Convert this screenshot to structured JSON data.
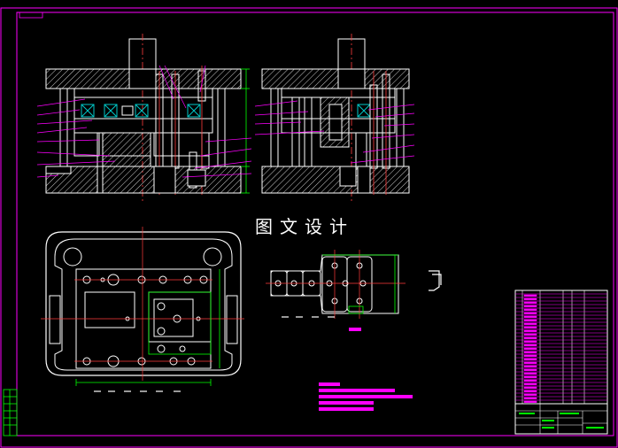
{
  "drawing": {
    "watermark_text": "图文设计",
    "colors": {
      "background": "#000000",
      "border": "#ff00ff",
      "outline": "#ffffff",
      "centerline": "#ff3b3b",
      "dimension": "#00ff00",
      "leader": "#ff00ff",
      "highlight": "#ff00ff",
      "spring": "#00c8c8",
      "hatch": "#ffffff"
    },
    "views": [
      {
        "name": "front-section-view"
      },
      {
        "name": "side-section-view"
      },
      {
        "name": "plan-view-lower-die"
      },
      {
        "name": "strip-layout"
      },
      {
        "name": "part-profile"
      },
      {
        "name": "parts-list-table"
      },
      {
        "name": "title-block"
      }
    ]
  }
}
